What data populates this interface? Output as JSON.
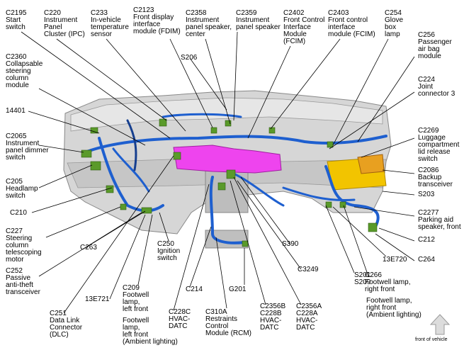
{
  "labels": {
    "c2195": "C2195\nStart\nswitch",
    "c220": "C220\nInstrument\nPanel\nCluster (IPC)",
    "c233": "C233\nIn-vehicle\ntemperature\nsensor",
    "c2123": "C2123\nFront display\ninterface\nmodule (FDIM)",
    "c2358": "C2358\nInstrument\npanel speaker,\ncenter",
    "c2359": "C2359\nInstrument\npanel speaker",
    "c2402": "C2402\nFront Control\nInterface\nModule\n(FCIM)",
    "c2403": "C2403\nFront control\ninterface\nmodule (FCIM)",
    "c254": "C254\nGlove\nbox\nlamp",
    "c256": "C256\nPassenger\nair bag\nmodule",
    "s206": "S206",
    "c2360": "C2360\nCollapsable\nsteering\ncolumn\nmodule",
    "c224": "C224\nJoint\nconnector 3",
    "s14401": "14401",
    "c2269": "C2269\nLuggage\ncompartment\nlid release\nswitch",
    "c2065": "C2065\nInstrument\npanel dimmer\nswitch",
    "c2086": "C2086\nBackup\ntransceiver",
    "c205": "C205\nHeadlamp\nswitch",
    "s203": "S203",
    "c210": "C210",
    "c2277": "C2277\nParking aid\nspeaker, front",
    "c212": "C212",
    "c227": "C227\nSteering\ncolumn\ntelescoping\nmotor",
    "c263": "C263",
    "c250": "C250\nIgnition\nswitch",
    "s390": "S390",
    "e720": "13E720",
    "c264": "C264",
    "c252": "C252\nPassive\nanti-theft\ntransceiver",
    "c3249": "C3249",
    "s201": "S201\nS209",
    "c266": "C266\nFootwell lamp,\nright front",
    "c209": "C209\nFootwell\nlamp,\nleft front",
    "e721": "13E721",
    "c214": "C214",
    "g201": "G201",
    "rf_amb": "Footwell lamp,\nright front\n(Ambient lighting)",
    "lf_amb": "Footwell\nlamp,\nleft front\n(Ambient lighting)",
    "c251": "C251\nData Link\nConnector\n(DLC)",
    "c228c": "C228C\nHVAC-\nDATC",
    "c310a": "C310A\nRestraints\nControl\nModule (RCM)",
    "c2356b": "C2356B\nC228B\nHVAC-\nDATC",
    "c2356a": "C2356A\nC228A\nHVAC-\nDATC",
    "front": "front of vehicle"
  },
  "colors": {
    "harness": "#1e5fcf",
    "harness_dark": "#163f8f",
    "module_pink": "#ee44ee",
    "module_yellow": "#f2c400",
    "connector_green": "#5a9a2a",
    "panel_gray": "#cfcfcf",
    "leader": "#000000"
  }
}
